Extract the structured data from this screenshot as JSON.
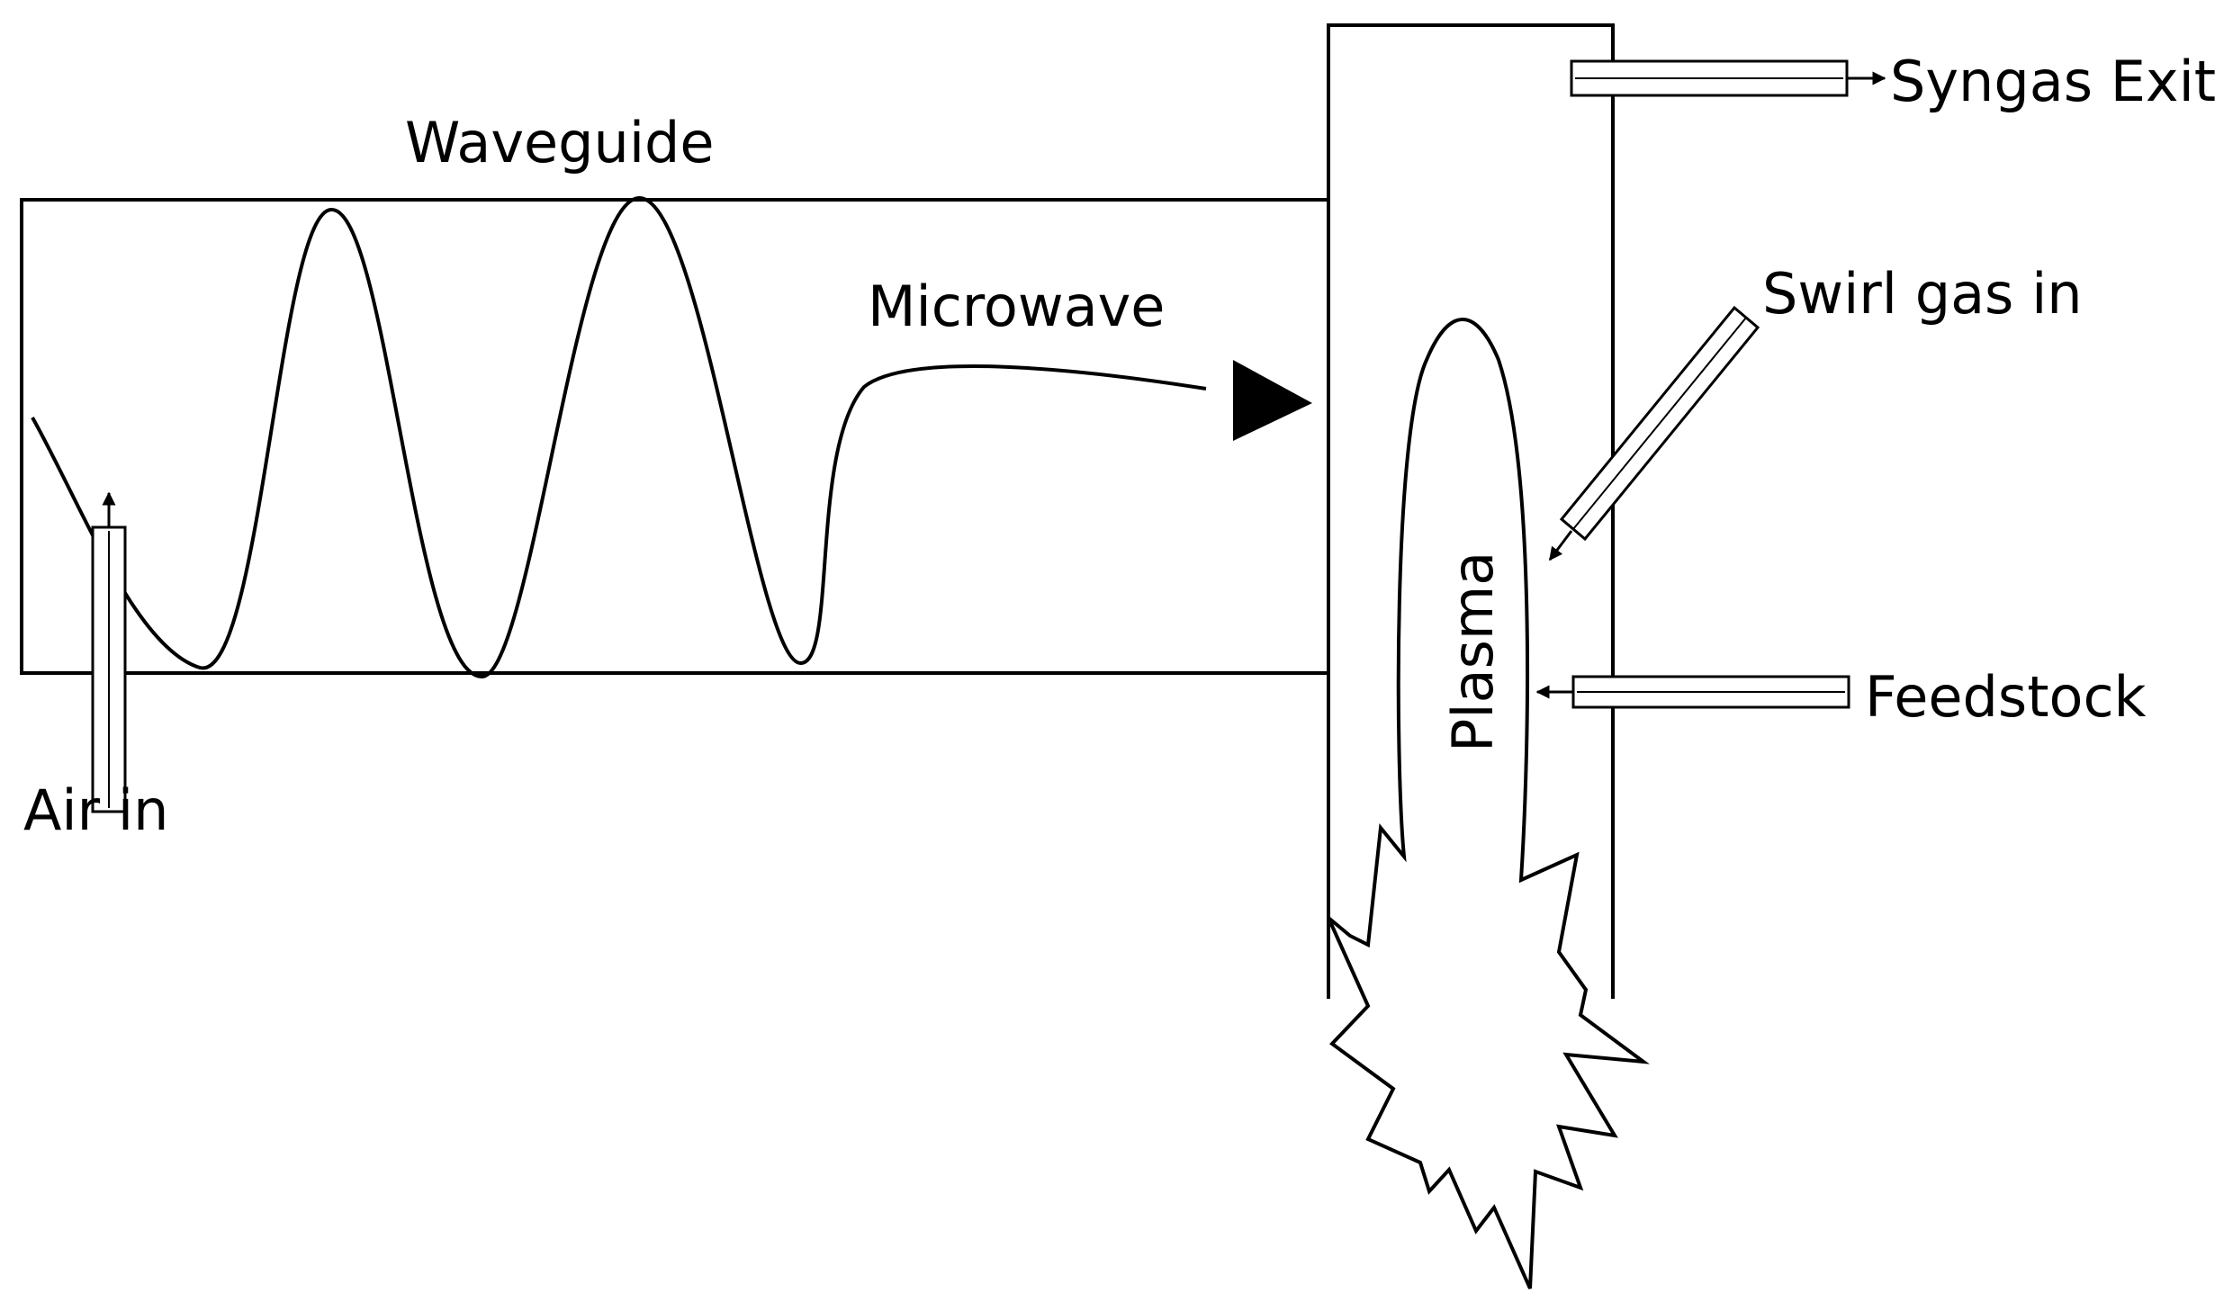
{
  "colors": {
    "stroke": "#000000",
    "background": "#ffffff"
  },
  "labels": {
    "waveguide": "Waveguide",
    "microwave": "Microwave",
    "air_in": "Air in",
    "syngas_exit": "Syngas Exit",
    "swirl_gas_in": "Swirl gas in",
    "feedstock": "Feedstock",
    "plasma": "Plasma"
  }
}
